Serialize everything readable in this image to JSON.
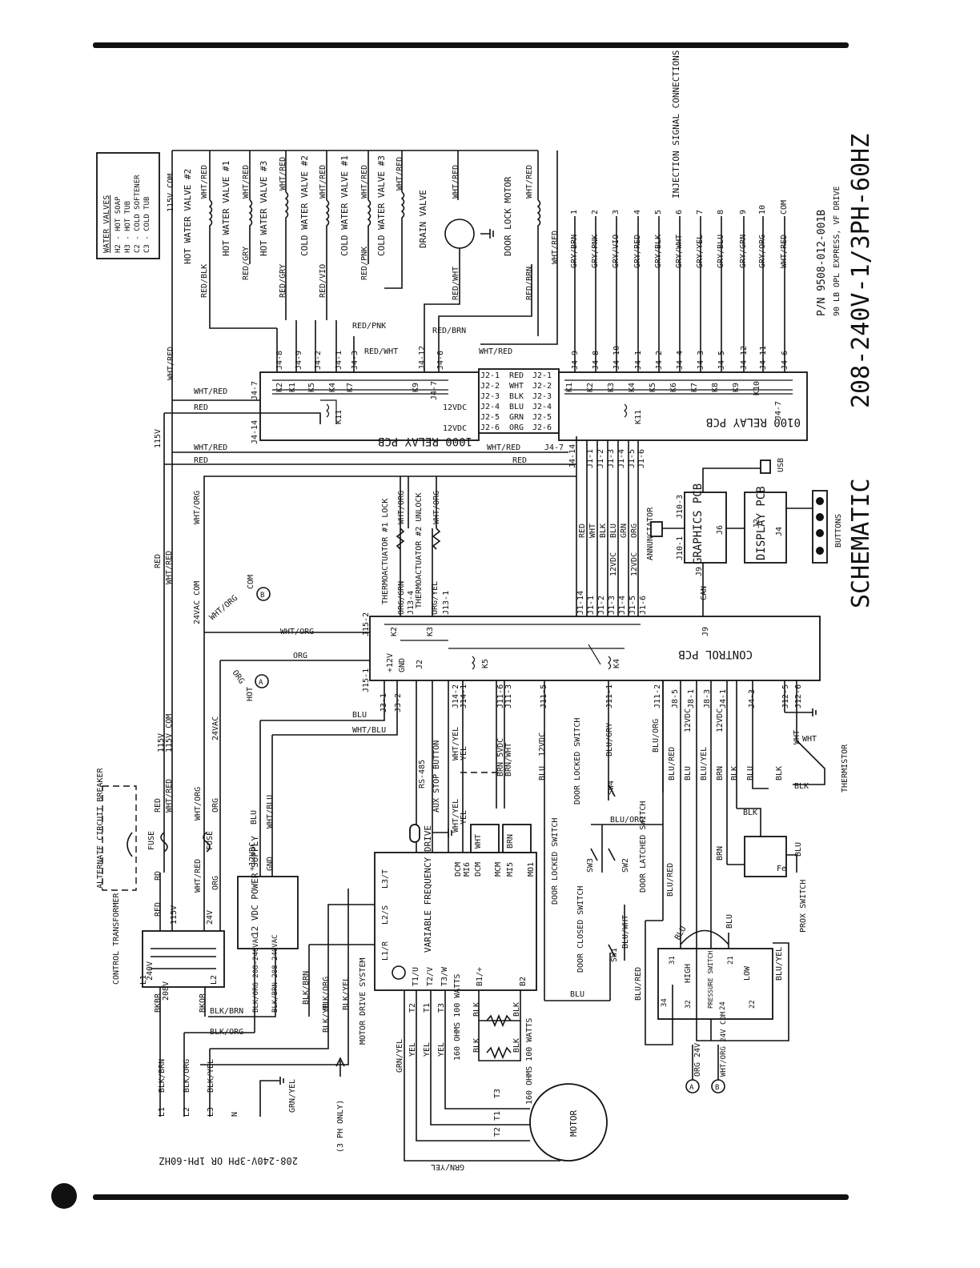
{
  "title": {
    "schematic": "SCHEMATIC",
    "voltage": "208-240V-1/3PH-60HZ",
    "part_number": "P/N 9508-012-001B",
    "model": "90 LB OPL EXPRESS, VF DRIVE"
  },
  "water_valves_legend": {
    "heading": "WATER VALVES",
    "rows": [
      "H2 - HOT SOAP",
      "H3 - HOT TUB",
      "C2 - COLD SOFTENER",
      "C3 - COLD TUB"
    ]
  },
  "valves": [
    {
      "name": "HOT WATER VALVE #2",
      "wire_a": "RED/BLK",
      "wire_b": "WHT/RED"
    },
    {
      "name": "HOT WATER VALVE #1",
      "wire_a": "RED/GRY",
      "wire_b": "WHT/RED"
    },
    {
      "name": "HOT WATER VALVE #3",
      "wire_a": "RED/GRY",
      "wire_b": "WHT/RED"
    },
    {
      "name": "COLD WATER VALVE #2",
      "wire_a": "RED/VIO",
      "wire_b": "WHT/RED"
    },
    {
      "name": "COLD WATER VALVE #1",
      "wire_a": "RED/PNK",
      "wire_b": "WHT/RED"
    },
    {
      "name": "COLD WATER VALVE #3",
      "wire_a": "RED/PNK",
      "wire_b": "WHT/RED"
    },
    {
      "name": "DRAIN VALVE",
      "wire_a": "RED/WHT",
      "wire_b": "WHT/RED"
    },
    {
      "name": "DOOR LOCK MOTOR",
      "wire_a": "RED/BRN",
      "wire_b": "WHT/RED"
    }
  ],
  "injection": {
    "heading": "INJECTION SIGNAL CONNECTIONS",
    "signals": [
      {
        "wire": "GRY/BRN",
        "n": "1",
        "pin": "J4-9",
        "relay": "K1"
      },
      {
        "wire": "GRY/PNK",
        "n": "2",
        "pin": "J4-8",
        "relay": "K2"
      },
      {
        "wire": "GRY/VIO",
        "n": "3",
        "pin": "J4-10",
        "relay": "K3"
      },
      {
        "wire": "GRY/RED",
        "n": "4",
        "pin": "J4-1",
        "relay": "K4"
      },
      {
        "wire": "GRY/BLK",
        "n": "5",
        "pin": "J4-2",
        "relay": "K5"
      },
      {
        "wire": "GRY/WHT",
        "n": "6",
        "pin": "J4-4",
        "relay": "K6"
      },
      {
        "wire": "GRY/YEL",
        "n": "7",
        "pin": "J4-3",
        "relay": "K7"
      },
      {
        "wire": "GRY/BLU",
        "n": "8",
        "pin": "J4-5",
        "relay": "K8"
      },
      {
        "wire": "GRY/GRN",
        "n": "9",
        "pin": "J4-12",
        "relay": "K9"
      },
      {
        "wire": "GRY/ORG",
        "n": "10",
        "pin": "J4-11",
        "relay": "K10"
      },
      {
        "wire": "WHT/RED",
        "n": "COM",
        "pin": "J4-6",
        "relay": ""
      }
    ]
  },
  "relay_pcb_1000": {
    "label": "1000 RELAY PCB",
    "pins": [
      "J4-8",
      "J4-9",
      "J4-2",
      "J4-1",
      "J4-3",
      "J4-12",
      "J4-6"
    ],
    "relays": [
      "K2",
      "K1",
      "K5",
      "K4",
      "K7",
      "K9",
      "K11"
    ],
    "j47": "J4-7",
    "j414": "J4-14",
    "v12": "12VDC"
  },
  "relay_pcb_0100": {
    "label": "0100 RELAY PCB",
    "j47": "J4-7",
    "k11": "K11"
  },
  "ribbon": [
    {
      "left": "J2-1",
      "wire": "RED",
      "right": "J2-1"
    },
    {
      "left": "J2-2",
      "wire": "WHT",
      "right": "J2-2"
    },
    {
      "left": "J2-3",
      "wire": "BLK",
      "right": "J2-3"
    },
    {
      "left": "J2-4",
      "wire": "BLU",
      "right": "J2-4"
    },
    {
      "left": "J2-5",
      "wire": "GRN",
      "right": "J2-5"
    },
    {
      "left": "J2-6",
      "wire": "ORG",
      "right": "J2-6"
    }
  ],
  "j1_bus": {
    "pins": [
      "J1-1",
      "J1-2",
      "J1-3",
      "J1-4",
      "J1-5",
      "J1-6"
    ],
    "wires": [
      "RED",
      "WHT",
      "BLK",
      "BLU",
      "GRN",
      "ORG"
    ],
    "v12": "12VDC",
    "j414": "J4-14",
    "j47": "J4-7"
  },
  "wires": {
    "red_pnk": "RED/PNK",
    "red_wht": "RED/WHT",
    "red_brn": "RED/BRN",
    "wht_red": "WHT/RED",
    "red": "RED",
    "v115": "115V",
    "v115com": "115V COM",
    "wht_org": "WHT/ORG",
    "v24com": "24VAC COM",
    "org": "ORG",
    "hot": "HOT",
    "com": "COM",
    "blu": "BLU",
    "wht_blu": "WHT/BLU",
    "v24": "24VAC",
    "rs485": "RS-485",
    "aux_stop": "AUX STOP BUTTON",
    "wht_yel": "WHT/YEL",
    "yel": "YEL",
    "brn_5vdc": "BRN 5VDC",
    "brn_wht": "BRN/WHT",
    "v12dc": "12VDC",
    "blu_gry": "BLU/GRY",
    "blu_org": "BLU/ORG",
    "blu_red": "BLU/RED",
    "blu_yel": "BLU/YEL",
    "brn": "BRN",
    "blk": "BLK",
    "blu_wht": "BLU/WHT",
    "org_24v": "ORG 24V",
    "wht_org_24v_com": "WHT/ORG 24V COM"
  },
  "thermoactuators": {
    "lock": "THERMOACTUATOR #1 LOCK",
    "unlock": "THERMOACTUATOR #2 UNLOCK",
    "lock_wire": "ORG/GRN",
    "unlock_wire": "ORG/YEL",
    "lock_pin": "J13-4",
    "unlock_pin": "J13-1"
  },
  "control_pcb": {
    "label": "CONTROL PCB",
    "pins_top": [
      "J1-14",
      "J1-1",
      "J1-2",
      "J1-3",
      "J1-4",
      "J1-5",
      "J1-6",
      "J9"
    ],
    "pins_bottom": [
      "J15-1",
      "J3-1",
      "J3-2",
      "J14-2",
      "J14-1",
      "J11-6",
      "J11-3",
      "J11-5",
      "J11-1",
      "J11-2",
      "J8-5",
      "J8-1",
      "J8-3",
      "J4-1",
      "J4-3",
      "J12-5",
      "J12-6"
    ],
    "k2": "K2",
    "k3": "K3",
    "k4": "K4",
    "k5": "K5",
    "j15_2": "J15-2",
    "j2": "J2",
    "gnd": "GND",
    "p12": "+12V"
  },
  "graphics_pcb": {
    "label": "GRAPHICS PCB",
    "j10_1": "J10-1",
    "j10_3": "J10-3",
    "j9": "J9",
    "j6": "J6",
    "can": "CAN",
    "annunciator": "ANNUNCIATOR",
    "usb": "USB"
  },
  "display_pcb": {
    "label": "DISPLAY PCB",
    "j2": "J2",
    "j4": "J4",
    "buttons": "BUTTONS"
  },
  "switches": {
    "door_locked_1": "DOOR LOCKED SWITCH",
    "sw4": "SW4",
    "door_locked_2": "DOOR LOCKED SWITCH",
    "sw3": "SW3",
    "door_latched": "DOOR LATCHED SWITCH",
    "sw2": "SW2",
    "door_closed": "DOOR CLOSED SWITCH",
    "sw1": "SW1",
    "prox": "PROX SWITCH",
    "fe": "Fe"
  },
  "thermistor": {
    "label": "THERMISTOR",
    "wht": "WHT",
    "blk": "BLK"
  },
  "pressure_switch": {
    "label": "PRESSURE SWITCH",
    "high": "HIGH",
    "low": "LOW",
    "pins": [
      "31",
      "32",
      "34",
      "21",
      "22",
      "24"
    ]
  },
  "vfd": {
    "label": "VARIABLE FREQUENCY DRIVE",
    "inputs": [
      "L1/R",
      "L2/S",
      "L3/T"
    ],
    "outputs": [
      "T1/U",
      "T2/V",
      "T3/W",
      "B1/+",
      "B2"
    ],
    "digital": [
      "DCM",
      "MI6",
      "DCM",
      "MCM",
      "MI5",
      "MO1"
    ],
    "digital_wires": [
      "WHT",
      "BRN"
    ]
  },
  "resistors": {
    "r1": "160 OHMS 100 WATTS",
    "r2": "160 OHMS 100 WATTS"
  },
  "motor": {
    "label": "MOTOR",
    "t1": "T1",
    "t2": "T2",
    "t3": "T3",
    "drive": "MOTOR DRIVE SYSTEM"
  },
  "power": {
    "transformer": "CONTROL TRANSFORMER",
    "v240": "240V",
    "v208": "208V",
    "l1": "L1",
    "l2": "L2",
    "bkbr": "BKBR",
    "bkor": "BKOR",
    "fuse": "FUSE",
    "breaker": "ALTERNATE CIRCUIT BREAKER",
    "supply": "12 VDC POWER SUPPLY",
    "p12": "+12VDC",
    "gnd": "GND",
    "v24": "24V",
    "blk_org_208": "BLK/ORG 208-240VAC",
    "blk_brn_208": "BLK/BRN 208-240VAC",
    "blk_brn": "BLK/BRN",
    "blk_org": "BLK/ORG",
    "blk_yel": "BLK/YEL",
    "grn_yel": "GRN/YEL",
    "line1": "L1",
    "line2": "L2",
    "line3": "L3",
    "neutral": "N",
    "three_ph": "(3 PH ONLY)",
    "bottom": "208-240V-3PH OR 1PH-60HZ",
    "rd": "RD"
  }
}
